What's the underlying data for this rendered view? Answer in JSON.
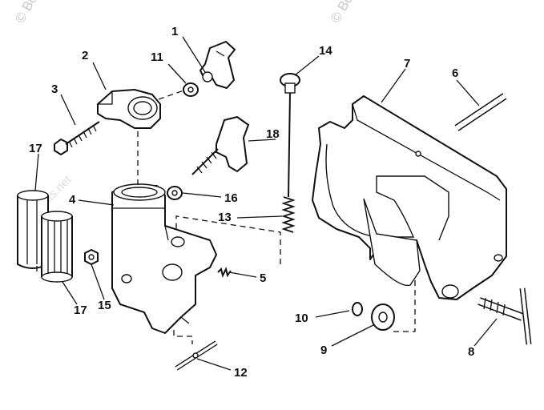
{
  "watermarks": [
    "© Boats.net",
    "© Boats.net",
    "Boats.net"
  ],
  "callouts": {
    "c1": "1",
    "c2": "2",
    "c3": "3",
    "c4": "4",
    "c5": "5",
    "c6": "6",
    "c7": "7",
    "c8": "8",
    "c9": "9",
    "c10": "10",
    "c11": "11",
    "c12": "12",
    "c13": "13",
    "c14": "14",
    "c15": "15",
    "c16": "16",
    "c17a": "17",
    "c17b": "17",
    "c18": "18"
  }
}
